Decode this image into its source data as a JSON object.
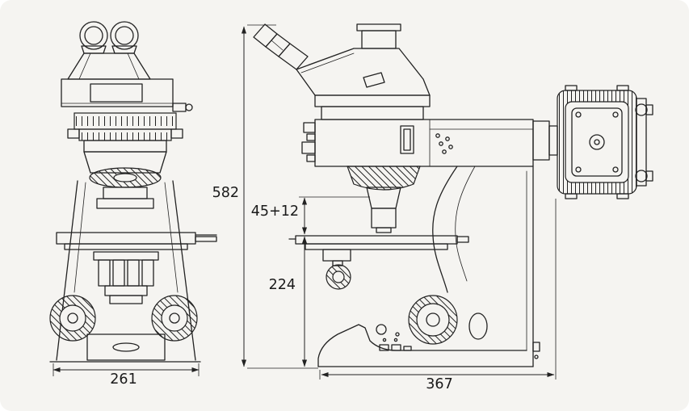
{
  "colors": {
    "ink": "#222222",
    "background": "#f5f4f1",
    "label_text": "#1a1a1a"
  },
  "dimensions": {
    "overall_height": "582",
    "focus_travel": "45+12",
    "stage_height": "224",
    "front_width": "261",
    "depth": "367"
  }
}
